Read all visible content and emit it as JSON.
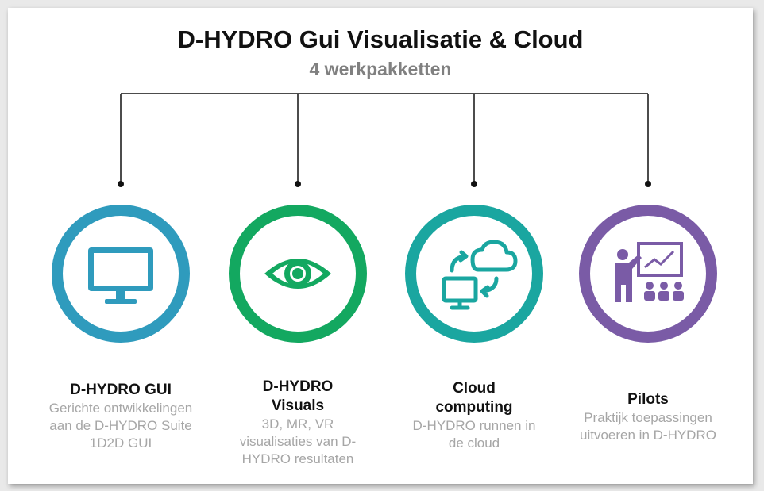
{
  "title": "D-HYDRO Gui Visualisatie & Cloud",
  "subtitle": "4 werkpakketten",
  "colors": {
    "gui": "#2f9bbd",
    "visuals": "#13a860",
    "cloud": "#1aa6a0",
    "pilots": "#7a5ba6"
  },
  "packages": [
    {
      "name": "D-HYDRO GUI",
      "description": "Gerichte ontwikkelingen aan de D-HYDRO Suite 1D2D GUI",
      "icon": "monitor-icon"
    },
    {
      "name": "D-HYDRO Visuals",
      "description": "3D, MR, VR visualisaties van D-HYDRO resultaten",
      "icon": "eye-icon"
    },
    {
      "name": "Cloud computing",
      "description": "D-HYDRO runnen in de cloud",
      "icon": "cloud-sync-icon"
    },
    {
      "name": "Pilots",
      "description": "Praktijk toepassingen uitvoeren in D-HYDRO",
      "icon": "presentation-icon"
    }
  ]
}
